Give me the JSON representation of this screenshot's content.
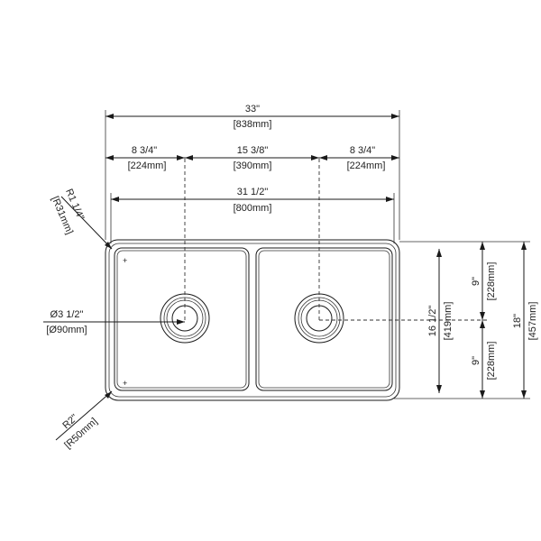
{
  "dimensions": {
    "overall_width": "33\"",
    "overall_width_mm": "[838mm]",
    "left_offset": "8 3/4\"",
    "left_offset_mm": "[224mm]",
    "center_spacing": "15 3/8\"",
    "center_spacing_mm": "[390mm]",
    "right_offset": "8 3/4\"",
    "right_offset_mm": "[224mm]",
    "inner_width": "31 1/2\"",
    "inner_width_mm": "[800mm]",
    "corner_radius_top": "R1 1/4\"",
    "corner_radius_top_mm": "[R31mm]",
    "drain_diameter": "Ø3 1/2\"",
    "drain_diameter_mm": "[Ø90mm]",
    "corner_radius_bottom": "R2\"",
    "corner_radius_bottom_mm": "[R50mm]",
    "inner_depth": "16 1/2\"",
    "inner_depth_mm": "[419mm]",
    "half_depth_top": "9\"",
    "half_depth_top_mm": "[228mm]",
    "half_depth_bottom": "9\"",
    "half_depth_bottom_mm": "[228mm]",
    "overall_depth": "18\"",
    "overall_depth_mm": "[457mm]"
  }
}
